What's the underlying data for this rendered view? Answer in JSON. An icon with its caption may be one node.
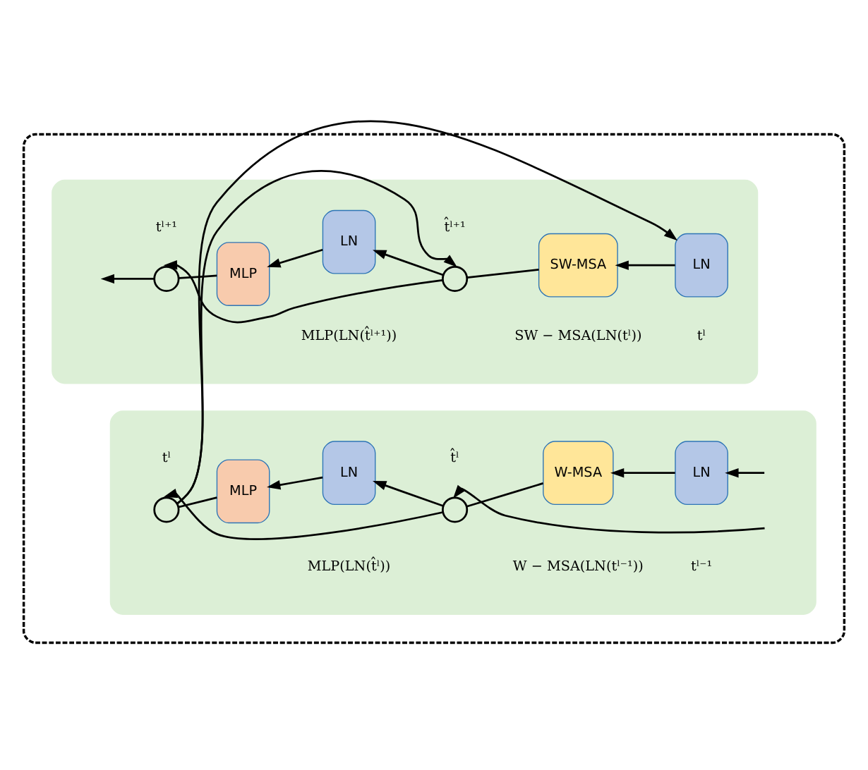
{
  "diagram": {
    "nodes": [
      {
        "text": [],
        "shape": "box"
      },
      {
        "text": [],
        "shape": "box",
        "in": 0
      },
      {
        "text": [],
        "shape": "box",
        "in": 0
      },
      {
        "text": [],
        "shape": "circle",
        "in": 1,
        "beside": [
          "tˡ⁺¹"
        ]
      },
      {
        "text": [
          "MLP"
        ],
        "in": 1
      },
      {
        "text": [
          "LN"
        ],
        "in": 1
      },
      {
        "text": [],
        "shape": "circle",
        "in": 1,
        "beside": [
          "t̂ˡ⁺¹"
        ]
      },
      {
        "text": [
          "SW-MSA"
        ],
        "in": 1
      },
      {
        "text": [
          "LN"
        ],
        "in": 1
      },
      {
        "text": [],
        "shape": "circle",
        "in": 2,
        "beside": [
          "tˡ"
        ]
      },
      {
        "text": [
          "MLP"
        ],
        "in": 2
      },
      {
        "text": [
          "LN"
        ],
        "in": 2
      },
      {
        "text": [],
        "shape": "circle",
        "in": 2,
        "beside": [
          "t̂ˡ"
        ]
      },
      {
        "text": [
          "W-MSA"
        ],
        "in": 2
      },
      {
        "text": [
          "LN"
        ],
        "in": 2
      }
    ],
    "edges": [
      {
        "from": null,
        "to": 14,
        "arrow": "to"
      },
      {
        "from": null,
        "to": 12,
        "arrow": "to"
      },
      {
        "from": 14,
        "to": 13,
        "arrow": "to"
      },
      {
        "from": 13,
        "to": 12,
        "arrow": "none"
      },
      {
        "from": 12,
        "to": 11,
        "arrow": "to"
      },
      {
        "from": 12,
        "to": 9,
        "arrow": "to"
      },
      {
        "from": 11,
        "to": 10,
        "arrow": "to"
      },
      {
        "from": 10,
        "to": 9,
        "arrow": "none"
      },
      {
        "from": 9,
        "to": 8,
        "arrow": "to"
      },
      {
        "from": 9,
        "to": 6,
        "arrow": "to"
      },
      {
        "from": 8,
        "to": 7,
        "arrow": "to"
      },
      {
        "from": 7,
        "to": 6,
        "arrow": "none"
      },
      {
        "from": 6,
        "to": 5,
        "arrow": "to"
      },
      {
        "from": 6,
        "to": 3,
        "arrow": "to"
      },
      {
        "from": 5,
        "to": 4,
        "arrow": "to"
      },
      {
        "from": 4,
        "to": 3,
        "arrow": "none"
      },
      {
        "from": 3,
        "to": null,
        "arrow": "to"
      }
    ],
    "labels": [
      "MLP(LN(t̂ˡ⁺¹))",
      "SW − MSA(LN(tˡ))",
      "tˡ",
      "tˡ⁻¹",
      "MLP(LN(t̂ˡ))",
      "W − MSA(LN(tˡ⁻¹))"
    ]
  }
}
